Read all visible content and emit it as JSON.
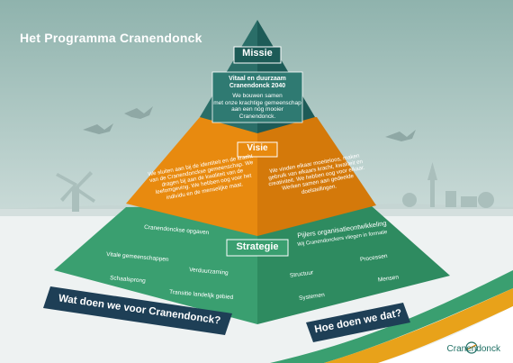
{
  "title": "Het Programma Cranendonck",
  "missie": {
    "label": "Missie",
    "line1": "Vitaal en duurzaam",
    "line2": "Cranendonck 2040",
    "line3": "We bouwen samen",
    "line4": "met onze krachtige gemeenschap",
    "line5": "aan een nóg mooier Cranendonck."
  },
  "visie": {
    "label": "Visie",
    "left_text": "We sluiten aan bij de identiteit en de kracht van de Cranendonckse gemeenschap. We dragen bij aan de kwaliteit van de leefomgeving. We hebben oog voor het individu en de menselijke maat.",
    "right_text": "We vinden elkaar moeiteloos, maken gebruik van elkaars kracht, kwaliteit en creativiteit. We hebben oog voor elkaar. Werken samen aan gedeelde doelstellingen."
  },
  "strategie": {
    "label": "Strategie",
    "left_items": [
      "Cranendonckse opgaven",
      "Vitale gemeenschappen",
      "Verduurzaming",
      "Schaalsprong",
      "Transitie landelijk gebied"
    ],
    "right_title": "Pijlers organisatieontwikkeling",
    "right_subtitle": "Wij Cranendonckers vliegen in formatie",
    "right_items": [
      "Processen",
      "Structuur",
      "Mensen",
      "Systemen"
    ]
  },
  "bottom_left_banner": "Wat doen we voor Cranendonck?",
  "bottom_right_banner": "Hoe doen we dat?",
  "logo": "Cranendonck",
  "colors": {
    "dark_teal": "#1d5b57",
    "orange": "#e88a0f",
    "green": "#3a9f70",
    "navy": "#1e3f56"
  }
}
